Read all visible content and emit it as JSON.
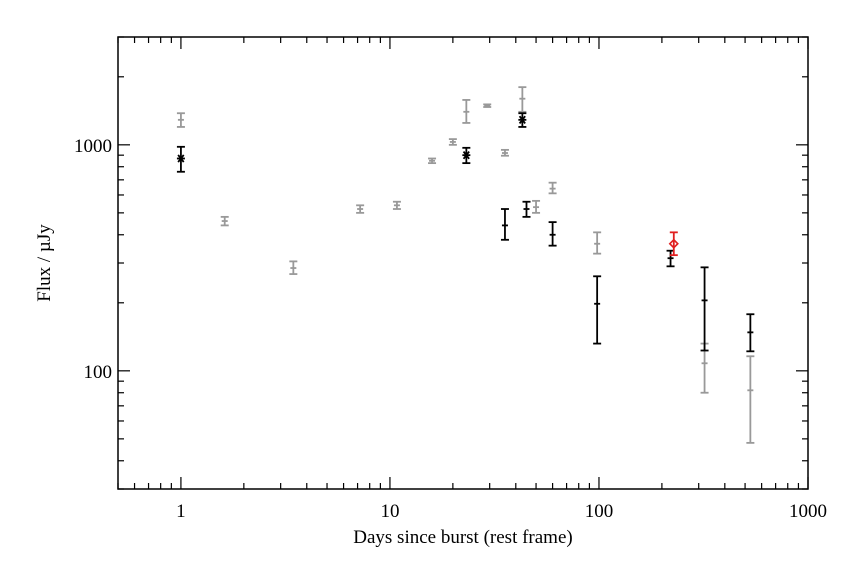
{
  "chart_data": {
    "type": "scatter",
    "xlabel": "Days since burst (rest frame)",
    "ylabel": "Flux / µJy",
    "x_scale": "log",
    "y_scale": "log",
    "xlim": [
      0.5,
      1000
    ],
    "ylim": [
      30,
      3000
    ],
    "x_ticks": [
      1,
      10,
      100,
      1000
    ],
    "x_tick_labels": [
      "1",
      "10",
      "100",
      "1000"
    ],
    "y_ticks": [
      100,
      1000
    ],
    "y_tick_labels": [
      "100",
      "1000"
    ],
    "grid": false,
    "legend": "none",
    "series": [
      {
        "color": "#999999",
        "marker": "plus",
        "points": [
          {
            "x": 1.0,
            "y": 1290,
            "ylo": 1200,
            "yhi": 1380
          },
          {
            "x": 1.62,
            "y": 460,
            "ylo": 440,
            "yhi": 480
          },
          {
            "x": 3.45,
            "y": 285,
            "ylo": 268,
            "yhi": 305
          },
          {
            "x": 7.2,
            "y": 520,
            "ylo": 500,
            "yhi": 540
          },
          {
            "x": 10.8,
            "y": 540,
            "ylo": 520,
            "yhi": 560
          },
          {
            "x": 15.9,
            "y": 850,
            "ylo": 830,
            "yhi": 870
          },
          {
            "x": 20.0,
            "y": 1030,
            "ylo": 1000,
            "yhi": 1060
          },
          {
            "x": 23.2,
            "y": 1400,
            "ylo": 1250,
            "yhi": 1580
          },
          {
            "x": 29.2,
            "y": 1490,
            "ylo": 1470,
            "yhi": 1510
          },
          {
            "x": 35.5,
            "y": 920,
            "ylo": 895,
            "yhi": 950
          },
          {
            "x": 43.0,
            "y": 1600,
            "ylo": 1400,
            "yhi": 1800
          },
          {
            "x": 50.0,
            "y": 530,
            "ylo": 500,
            "yhi": 565
          },
          {
            "x": 60.0,
            "y": 640,
            "ylo": 610,
            "yhi": 680
          },
          {
            "x": 98.0,
            "y": 365,
            "ylo": 330,
            "yhi": 410
          },
          {
            "x": 320.0,
            "y": 108,
            "ylo": 80,
            "yhi": 132
          },
          {
            "x": 530.0,
            "y": 82,
            "ylo": 48,
            "yhi": 116
          }
        ]
      },
      {
        "color": "#000000",
        "marker": "asterisk",
        "points": [
          {
            "x": 1.0,
            "y": 870,
            "ylo": 760,
            "yhi": 980
          },
          {
            "x": 23.2,
            "y": 900,
            "ylo": 830,
            "yhi": 970
          },
          {
            "x": 43.0,
            "y": 1290,
            "ylo": 1200,
            "yhi": 1380
          }
        ]
      },
      {
        "color": "#000000",
        "marker": "plus",
        "points": [
          {
            "x": 35.5,
            "y": 440,
            "ylo": 380,
            "yhi": 520
          },
          {
            "x": 45.0,
            "y": 520,
            "ylo": 480,
            "yhi": 560
          },
          {
            "x": 60.0,
            "y": 400,
            "ylo": 358,
            "yhi": 455
          },
          {
            "x": 98.0,
            "y": 198,
            "ylo": 132,
            "yhi": 262
          },
          {
            "x": 220.0,
            "y": 315,
            "ylo": 290,
            "yhi": 340
          },
          {
            "x": 320.0,
            "y": 205,
            "ylo": 123,
            "yhi": 287
          },
          {
            "x": 530.0,
            "y": 148,
            "ylo": 122,
            "yhi": 178
          }
        ]
      },
      {
        "color": "#e02020",
        "marker": "diamond",
        "points": [
          {
            "x": 228.0,
            "y": 365,
            "ylo": 325,
            "yhi": 410
          }
        ]
      }
    ]
  }
}
